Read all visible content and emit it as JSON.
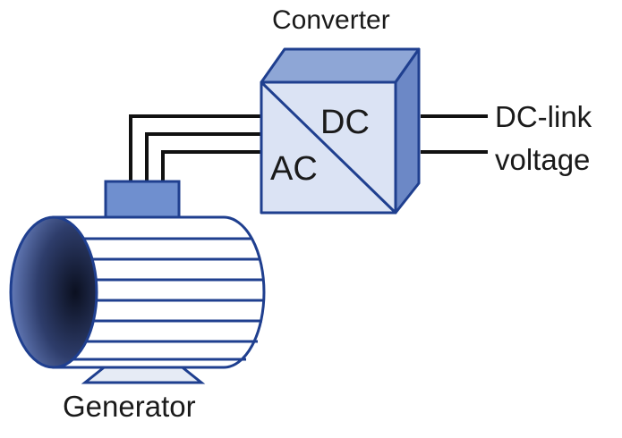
{
  "labels": {
    "converter": "Converter",
    "generator": "Generator",
    "dc": "DC",
    "ac": "AC",
    "dc_link": "DC-link",
    "voltage": "voltage"
  },
  "colors": {
    "outline": "#1f3f8f",
    "box_front": "#dbe3f4",
    "box_top": "#8ea6d6",
    "box_side": "#6c88c6",
    "terminal_box": "#6f8fcf",
    "generator_body": "#ffffff",
    "generator_end_dark": "#0b1020",
    "generator_end_light": "#6c84c4",
    "wire": "#111111"
  },
  "icons": {
    "converter": "ac-dc-converter-box-icon",
    "generator": "electric-generator-icon"
  }
}
